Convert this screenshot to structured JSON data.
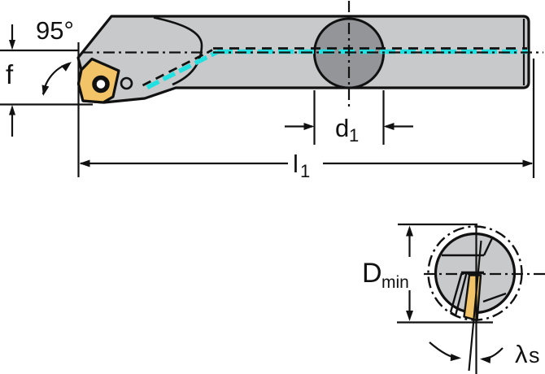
{
  "drawing": {
    "type": "tool-dimension-diagram",
    "subject": "boring bar with trigon insert, side view and minimum-bore end view",
    "views": [
      "side-view",
      "end-view-min-bore"
    ]
  },
  "labels": {
    "angle95": "95°",
    "f": "f",
    "d1_base": "d",
    "d1_sub": "1",
    "l1_base": "l",
    "l1_sub": "1",
    "dmin_base": "D",
    "dmin_sub": "min",
    "lambda_base": "λ",
    "lambda_sub": "s"
  },
  "colors": {
    "line": "#111111",
    "body_gray": "#c8c9ca",
    "clamp_circle_gray": "#939598",
    "insert_gold": "#f2c467",
    "coolant_cyan": "#22dfe0",
    "background": "#ffffff"
  }
}
